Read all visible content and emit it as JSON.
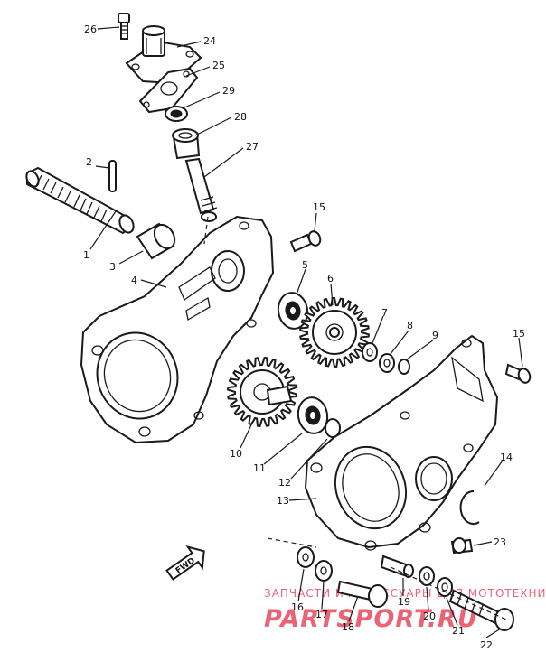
{
  "diagram": {
    "colors": {
      "ink": "#1a1a1a",
      "watermark": "#e84a5f"
    },
    "direction_marker": "FWD",
    "callouts": [
      "1",
      "2",
      "3",
      "4",
      "5",
      "6",
      "7",
      "8",
      "9",
      "10",
      "11",
      "12",
      "13",
      "14",
      "15",
      "15",
      "16",
      "17",
      "18",
      "19",
      "20",
      "21",
      "22",
      "23",
      "24",
      "25",
      "26",
      "27",
      "28",
      "29"
    ],
    "watermark": {
      "line1": "ЗАПЧАСТИ И АКСЕССУАРЫ ДЛЯ МОТОТЕХНИКИ",
      "line2": "PARTSPORT.RU"
    }
  }
}
